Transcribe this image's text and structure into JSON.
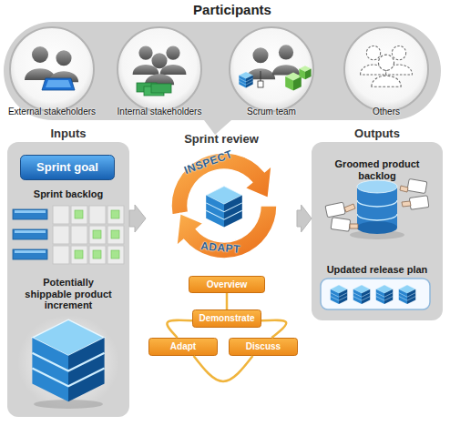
{
  "diagram": {
    "nodes": [
      {
        "text": [
          "Participants"
        ]
      },
      {
        "text": [
          "External stakeholders"
        ],
        "in": 0
      },
      {
        "text": [
          "Internal stakeholders"
        ],
        "in": 0
      },
      {
        "text": [
          "Scrum team"
        ],
        "in": 0
      },
      {
        "text": [
          "Others"
        ],
        "in": 0
      },
      {
        "text": [
          "Inputs"
        ]
      },
      {
        "text": [
          "Sprint goal"
        ],
        "in": 5
      },
      {
        "text": [
          "Sprint review"
        ]
      },
      {
        "text": [
          "Outputs"
        ]
      },
      {
        "text": [
          "Overview"
        ]
      },
      {
        "text": [
          "Demonstrate"
        ]
      },
      {
        "text": [
          "Adapt"
        ]
      },
      {
        "text": [
          "Discuss"
        ]
      }
    ],
    "edges": [
      {
        "from": 5,
        "to": 7,
        "arrow": "to"
      },
      {
        "from": 7,
        "to": 8,
        "arrow": "to"
      },
      {
        "from": 9,
        "to": 10,
        "arrow": "none"
      },
      {
        "from": 10,
        "to": 12,
        "arrow": "none"
      },
      {
        "from": 12,
        "to": 11,
        "arrow": "none"
      },
      {
        "from": 11,
        "to": 10,
        "arrow": "none"
      }
    ],
    "labels": [
      "Sprint backlog",
      "Potentially shippable product increment",
      "INSPECT",
      "ADAPT",
      "Groomed product backlog",
      "Updated release plan"
    ]
  }
}
